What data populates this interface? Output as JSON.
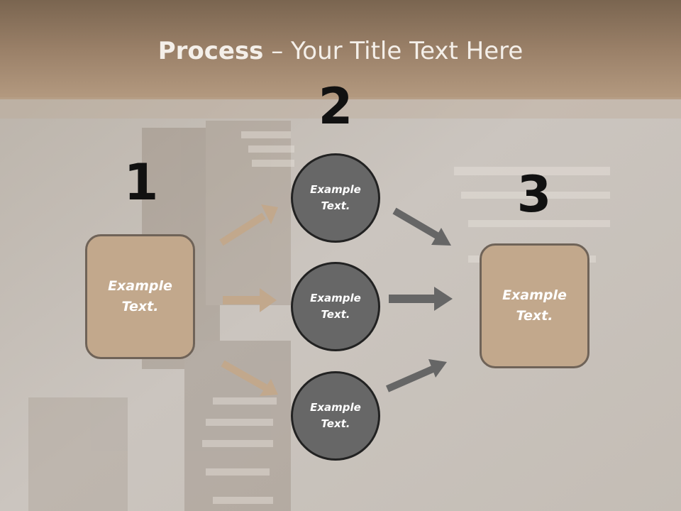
{
  "title": {
    "bold": "Process",
    "rest": " – Your Title Text Here"
  },
  "steps": {
    "one": "1",
    "two": "2",
    "three": "3"
  },
  "boxes": {
    "left": {
      "line1": "Example",
      "line2": "Text."
    },
    "right": {
      "line1": "Example",
      "line2": "Text."
    }
  },
  "circles": [
    {
      "line1": "Example",
      "line2": "Text."
    },
    {
      "line1": "Example",
      "line2": "Text."
    },
    {
      "line1": "Example",
      "line2": "Text."
    }
  ],
  "colors": {
    "header": "#9a8068",
    "box_fill": "#c2a88c",
    "circle_fill": "#676767",
    "arrow_tan": "#c2a88c",
    "arrow_gray": "#666666"
  }
}
